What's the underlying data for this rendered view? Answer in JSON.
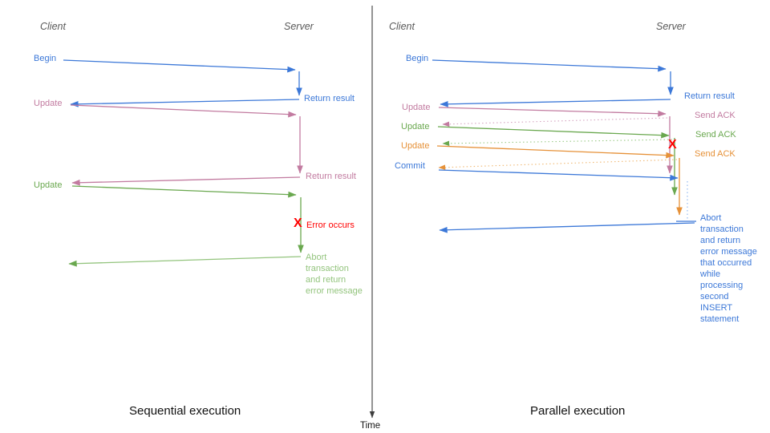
{
  "diagram": {
    "time_axis_label": "Time",
    "colors": {
      "blue": "#3c78d8",
      "pink": "#c27ba0",
      "green": "#6aa84f",
      "light_green": "#93c47d",
      "orange": "#e69138",
      "red": "#ff0000",
      "axis_gray": "#3d3d3d",
      "header_gray": "#595959"
    },
    "left": {
      "title": "Sequential execution",
      "client_header": "Client",
      "server_header": "Server",
      "labels": {
        "begin": "Begin",
        "return_result_1": "Return result",
        "update_1": "Update",
        "return_result_2": "Return result",
        "update_2": "Update",
        "error_x": "X",
        "error_occurs": "Error occurs",
        "abort_note": "Abort\ntransaction\nand return\nerror message"
      }
    },
    "right": {
      "title": "Parallel execution",
      "client_header": "Client",
      "server_header": "Server",
      "labels": {
        "begin": "Begin",
        "return_result": "Return result",
        "update_1": "Update",
        "send_ack_1": "Send ACK",
        "update_2": "Update",
        "send_ack_2": "Send ACK",
        "update_3": "Update",
        "send_ack_3": "Send ACK",
        "commit": "Commit",
        "error_x": "X",
        "abort_note": "Abort\ntransaction\nand return\nerror message\nthat occurred\nwhile\nprocessing\nsecond\nINSERT\nstatement"
      }
    }
  }
}
